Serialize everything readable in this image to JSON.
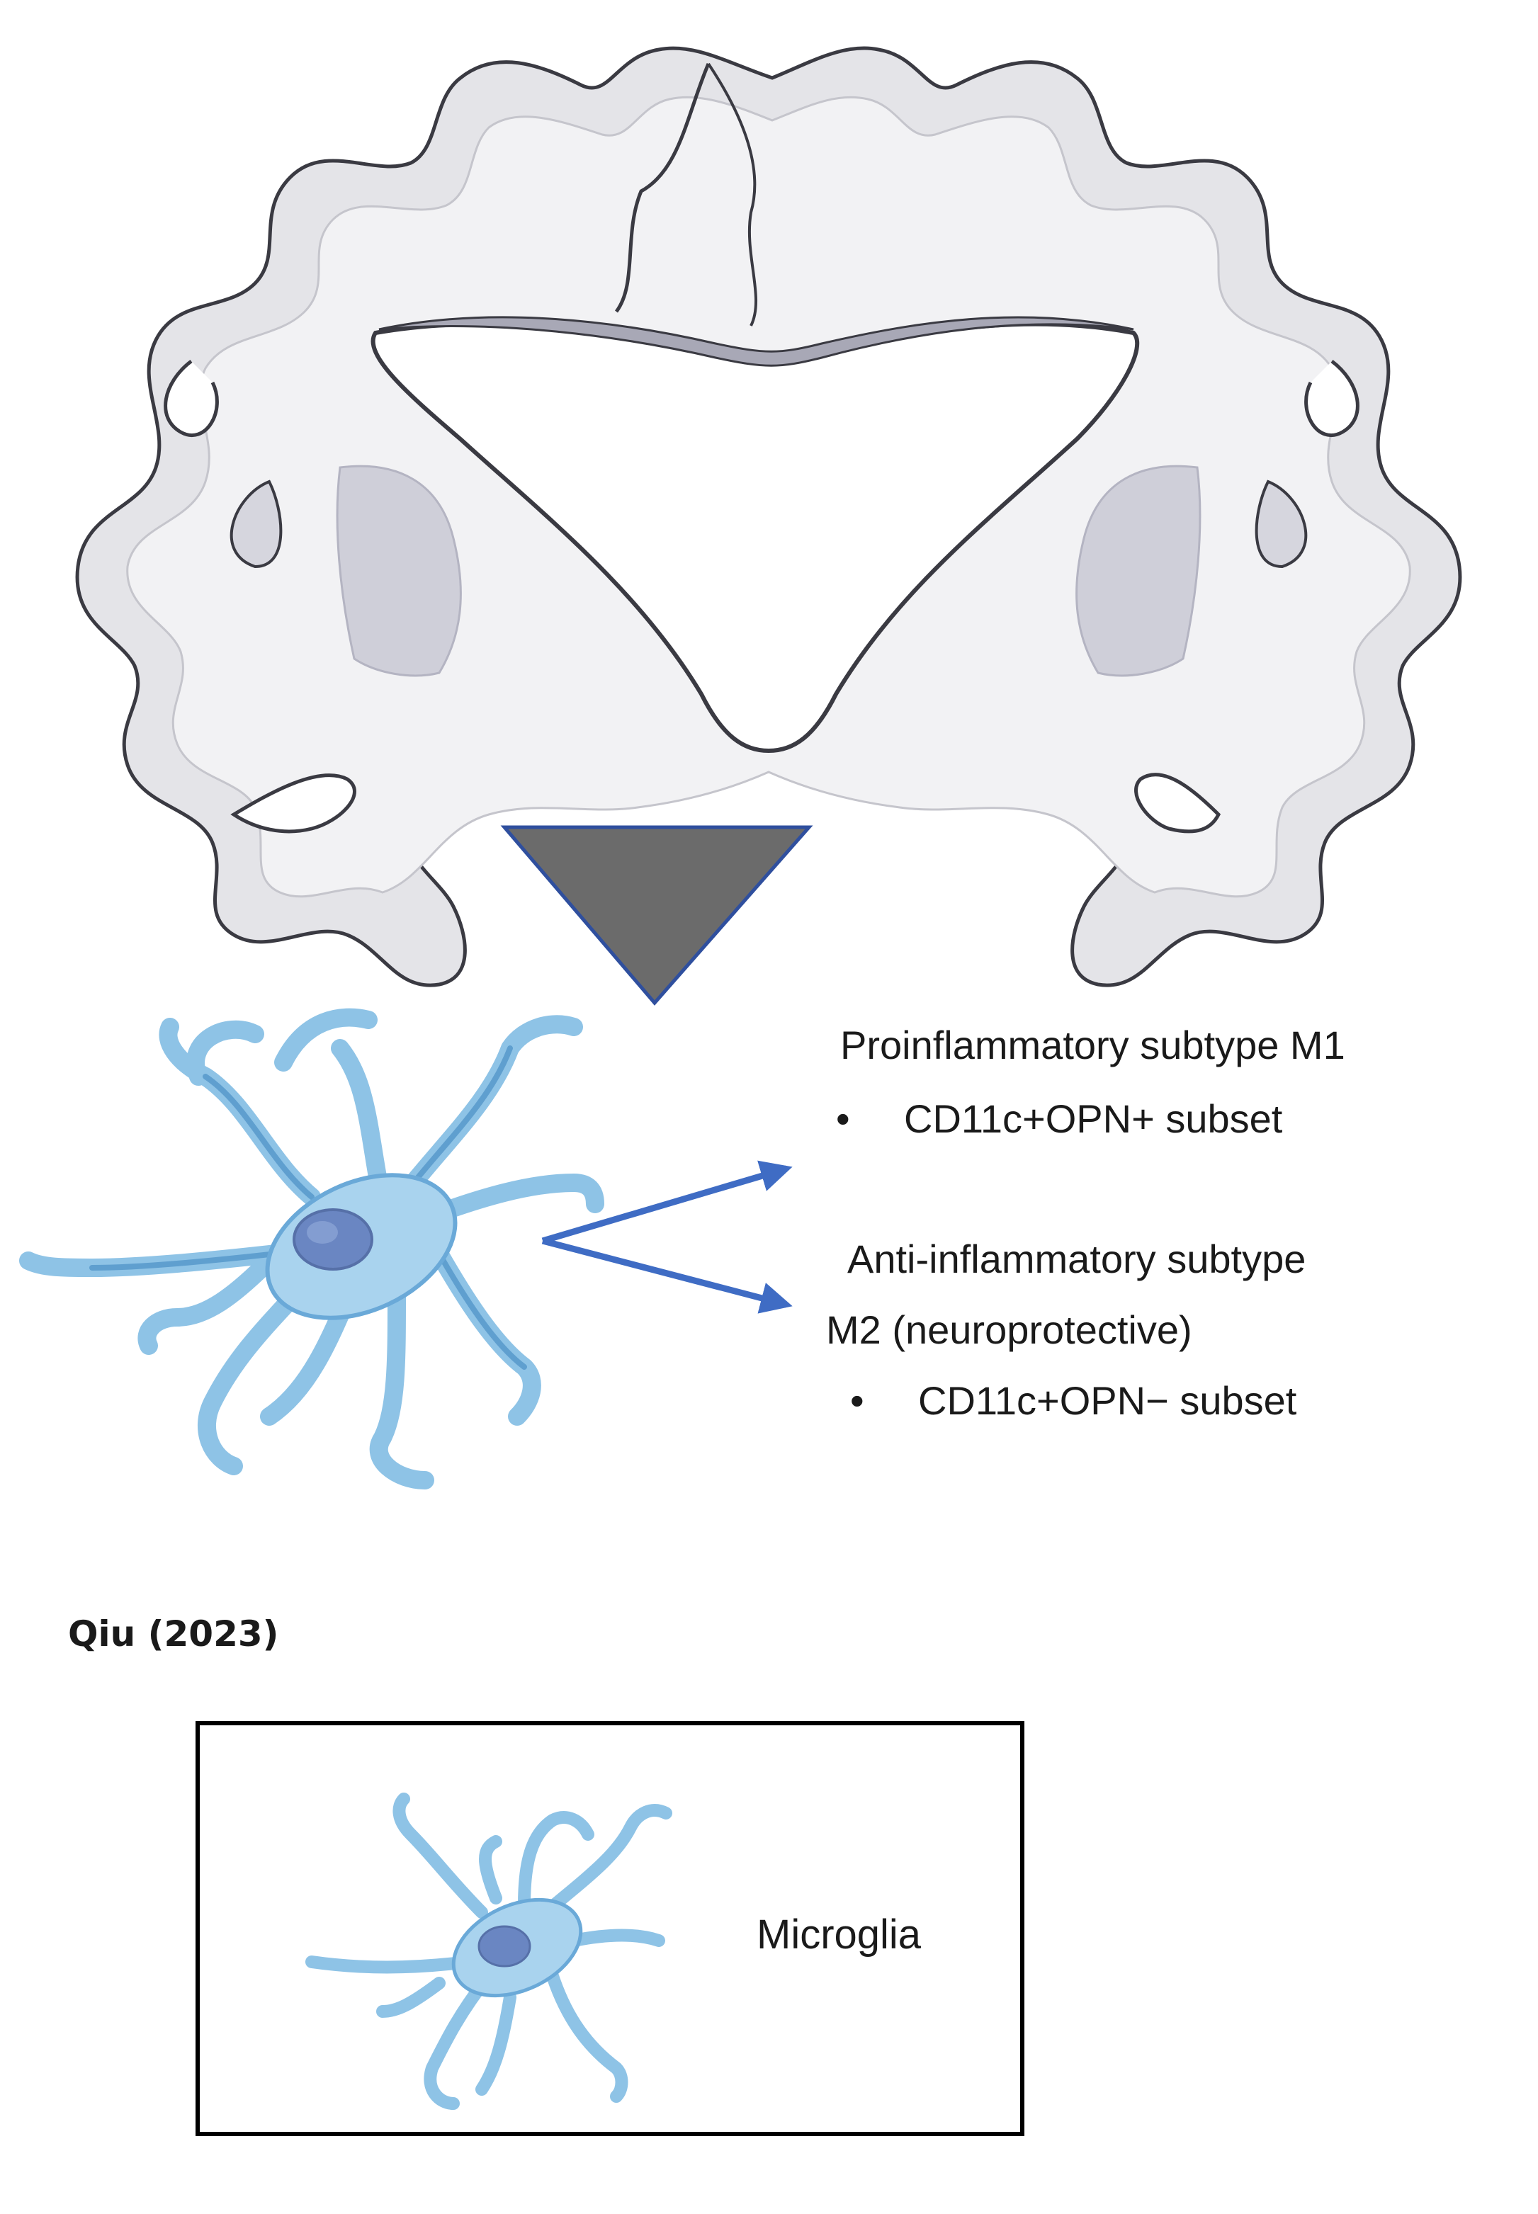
{
  "subtypes": {
    "m1": {
      "title": "Proinflammatory subtype M1",
      "bullet_marker": "•",
      "bullet": "CD11c+OPN+ subset"
    },
    "m2": {
      "title_line1": "Anti-inflammatory subtype",
      "title_line2": "M2 (neuroprotective)",
      "bullet_marker": "•",
      "bullet": "CD11c+OPN− subset"
    }
  },
  "citation": "Qiu (2023)",
  "legend": {
    "label": "Microglia"
  },
  "colors": {
    "brain_fill": "#e4e4e8",
    "brain_outline": "#3a3a42",
    "brain_inner": "#f2f2f4",
    "ventricle": "#ffffff",
    "basal_ganglia": "#cfcfd9",
    "funnel": "#6b6b6b",
    "funnel_edge": "#2f4f9e",
    "arrow": "#3f6cc4",
    "microglia_fill": "#a9d3ee",
    "microglia_edge": "#6aa9d8",
    "nucleus": "#6a86c2",
    "legend_border": "#000000"
  },
  "icons": [
    "brain-coronal-section",
    "funnel-triangle",
    "microglia-cell",
    "arrow-right"
  ]
}
